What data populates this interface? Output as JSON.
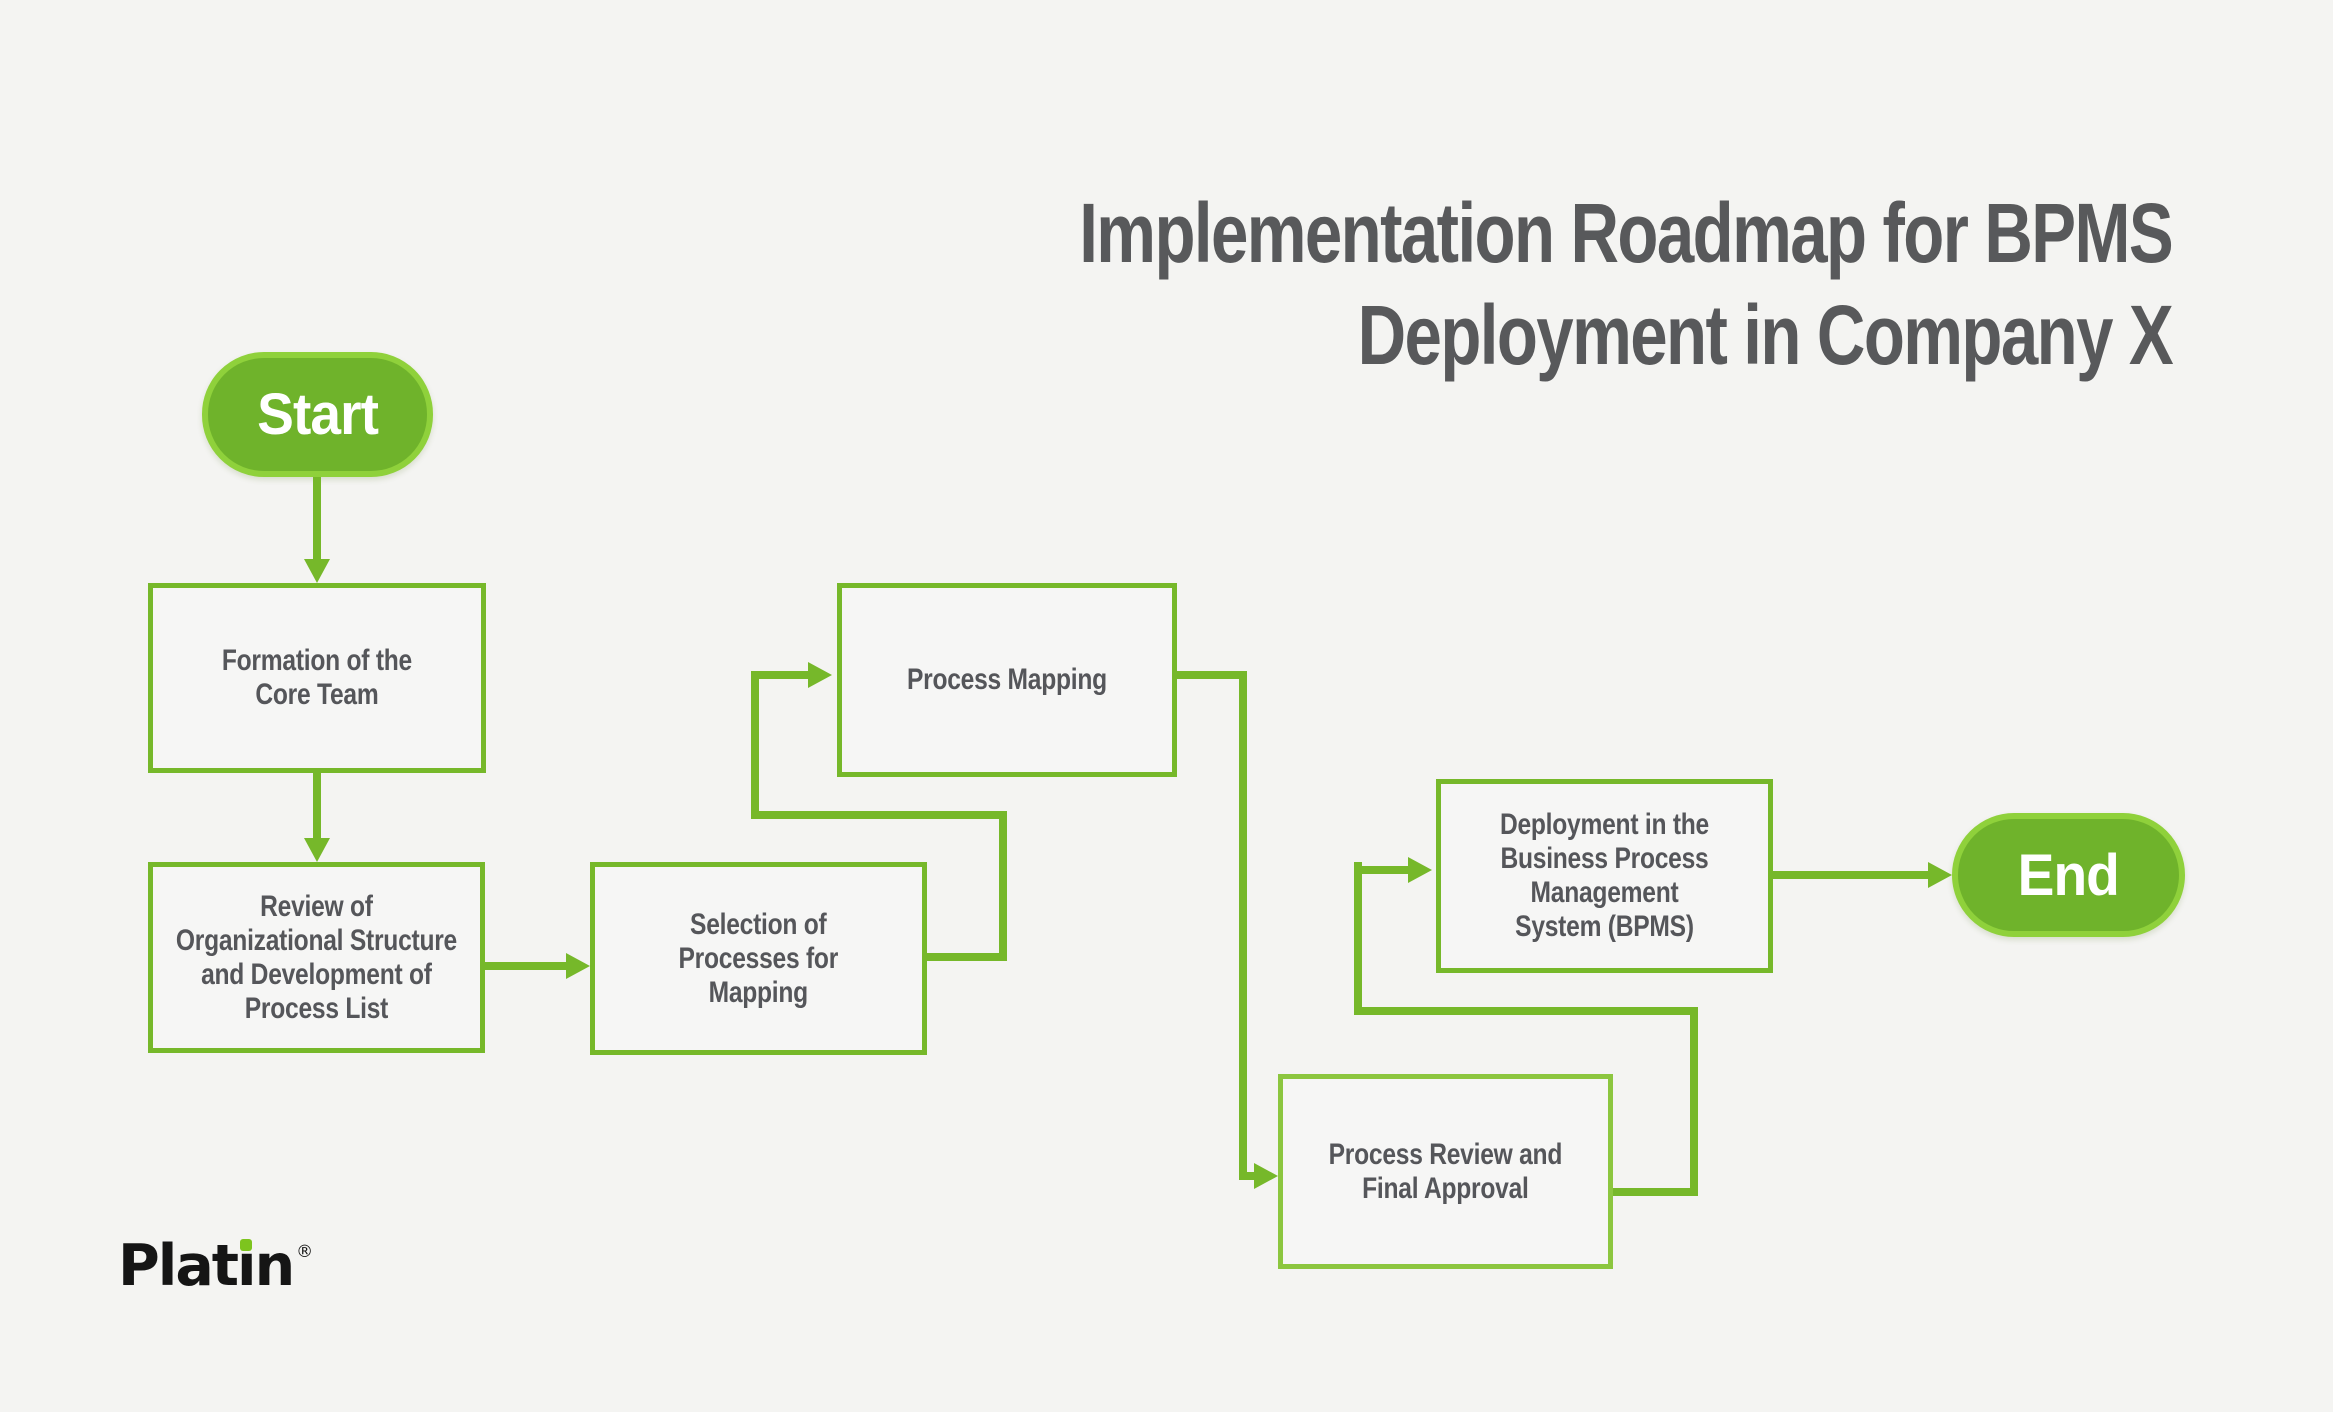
{
  "title": {
    "line1": "Implementation Roadmap for BPMS",
    "line2": "Deployment in Company X"
  },
  "nodes": {
    "start": {
      "label": "Start"
    },
    "formation": {
      "lines": [
        "Formation of the",
        "Core Team"
      ]
    },
    "review": {
      "lines": [
        "Review of",
        "Organizational Structure",
        "and Development of",
        "Process List"
      ]
    },
    "selection": {
      "lines": [
        "Selection of",
        "Processes for",
        "Mapping"
      ]
    },
    "mapping": {
      "lines": [
        "Process Mapping"
      ]
    },
    "deployment": {
      "lines": [
        "Deployment in the",
        "Business Process",
        "Management",
        "System (BPMS)"
      ]
    },
    "final_review": {
      "lines": [
        "Process Review and",
        "Final Approval"
      ]
    },
    "end": {
      "label": "End"
    }
  },
  "logo": {
    "part1": "Plat",
    "dotless_i": "ı",
    "part2": "n",
    "registered": "®"
  },
  "colors": {
    "background": "#f4f4f2",
    "connector_green": "#76b82a",
    "box_border_green": "#76b82a",
    "box_border_light_green": "#8cc63f",
    "pill_fill": "#6fb32b",
    "pill_border": "#8fd13b",
    "title_text": "#58595b",
    "node_text": "#55565a",
    "logo_black": "#151515",
    "logo_dot_green": "#7dc41e"
  }
}
